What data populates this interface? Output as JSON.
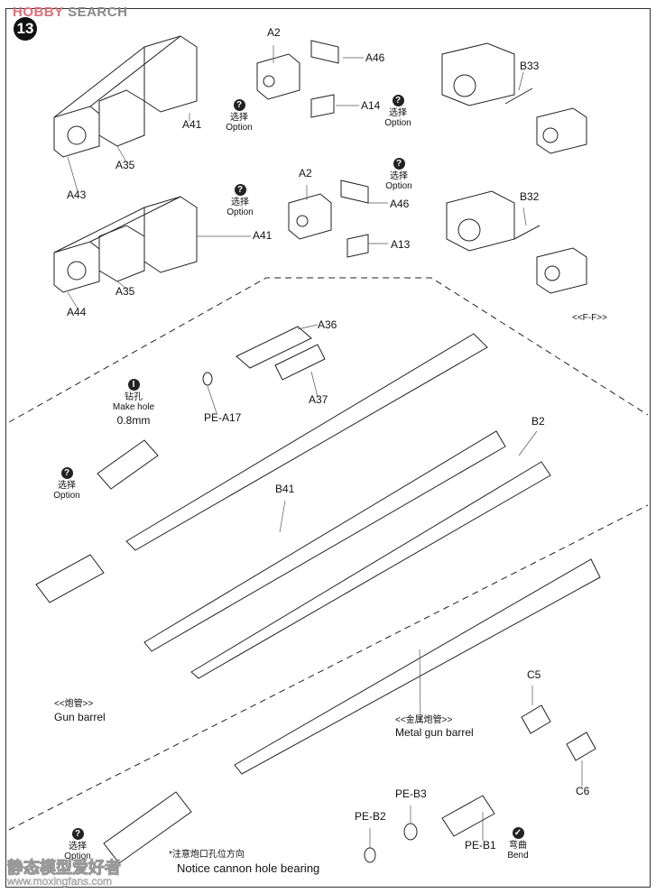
{
  "watermark": {
    "brand": "HOBBY",
    "brand2": "SEARCH",
    "bottom_cn": "静态模型爱好者",
    "bottom_url": "www.moxingfans.com"
  },
  "step_number": "13",
  "option": {
    "cn": "选择",
    "en": "Option",
    "icon": "question-icon"
  },
  "parts": {
    "a2_top": "A2",
    "a46_top": "A46",
    "a14": "A14",
    "a41_top": "A41",
    "a35_top": "A35",
    "a43": "A43",
    "b33": "B33",
    "a2_mid": "A2",
    "a46_mid": "A46",
    "a13": "A13",
    "a41_mid": "A41",
    "a35_mid": "A35",
    "a44": "A44",
    "b32": "B32",
    "a36": "A36",
    "a37": "A37",
    "pe_a17": "PE-A17",
    "b2": "B2",
    "b41": "B41",
    "c5": "C5",
    "c6": "C6",
    "pe_b3": "PE-B3",
    "pe_b2": "PE-B2",
    "pe_b1": "PE-B1"
  },
  "section_ff": "<<F-F>>",
  "make_hole": {
    "cn": "钻孔",
    "en": "Make hole",
    "size": "0.8mm",
    "icon": "drill-icon"
  },
  "gun_barrel": {
    "cn": "<<炮管>>",
    "en": "Gun barrel"
  },
  "metal_gun_barrel": {
    "cn": "<<金属炮管>>",
    "en": "Metal gun barrel"
  },
  "notice": {
    "cn": "*注意炮口孔位方向",
    "en": "Notice cannon hole bearing"
  },
  "bend": {
    "cn": "弯曲",
    "en": "Bend",
    "icon": "bend-icon"
  }
}
